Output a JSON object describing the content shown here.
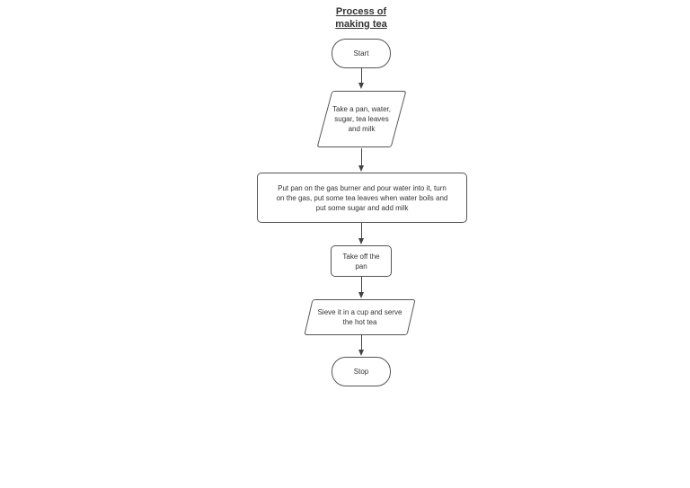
{
  "diagram": {
    "title": [
      "Process of",
      "making tea"
    ],
    "nodes": [
      {
        "id": "start",
        "shape": "terminator",
        "label": "Start"
      },
      {
        "id": "ingredients",
        "shape": "parallelogram",
        "label": [
          "Take a pan, water,",
          "sugar, tea leaves",
          "and milk"
        ]
      },
      {
        "id": "boil",
        "shape": "process",
        "label": [
          "Put pan on the gas burner and pour water into it, turn",
          "on the gas, put some tea leaves when water boils and",
          "put some sugar and add milk"
        ]
      },
      {
        "id": "takeoff",
        "shape": "process",
        "label": [
          "Take off the",
          "pan"
        ]
      },
      {
        "id": "sieve",
        "shape": "parallelogram",
        "label": [
          "Sieve it in a cup and serve",
          "the hot tea"
        ]
      },
      {
        "id": "stop",
        "shape": "terminator",
        "label": "Stop"
      }
    ],
    "edges": [
      {
        "from": "start",
        "to": "ingredients"
      },
      {
        "from": "ingredients",
        "to": "boil"
      },
      {
        "from": "boil",
        "to": "takeoff"
      },
      {
        "from": "takeoff",
        "to": "sieve"
      },
      {
        "from": "sieve",
        "to": "stop"
      }
    ],
    "colors": {
      "background": "#ffffff",
      "shape_fill": "#ffffff",
      "shape_border": "#545454",
      "text": "#333333",
      "arrow": "#434343"
    }
  }
}
